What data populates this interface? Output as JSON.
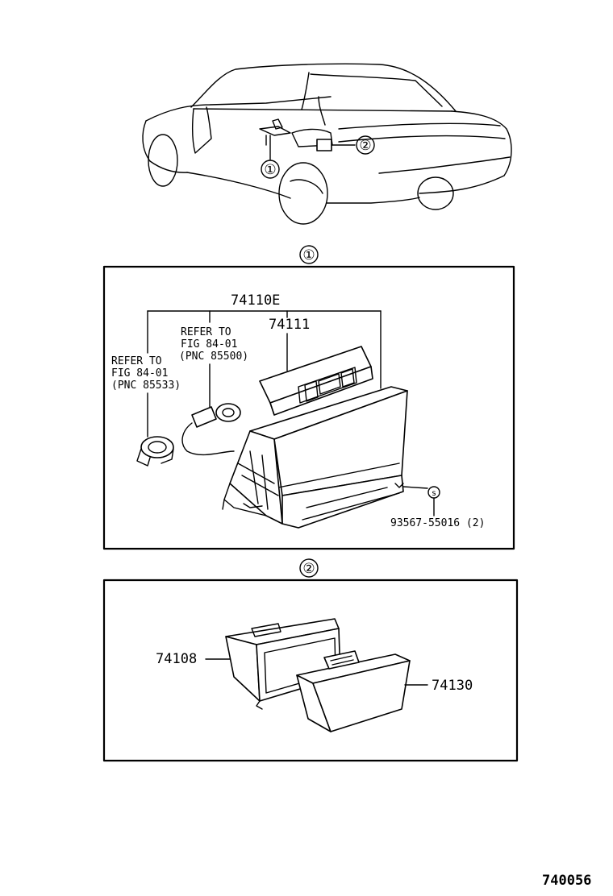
{
  "overview": {
    "callout_1": "①",
    "callout_2": "②"
  },
  "section_1": {
    "header": "①",
    "assembly_part": "74110E",
    "part_74111": "74111",
    "refer_a": [
      "REFER TO",
      "FIG 84-01",
      "(PNC 85500)"
    ],
    "refer_b": [
      "REFER TO",
      "FIG 84-01",
      "(PNC 85533)"
    ],
    "screw_symbol": "s",
    "screw_part": "93567-55016 (2)"
  },
  "section_2": {
    "header": "②",
    "part_left": "74108",
    "part_right": "74130"
  },
  "figure_number": "740056"
}
